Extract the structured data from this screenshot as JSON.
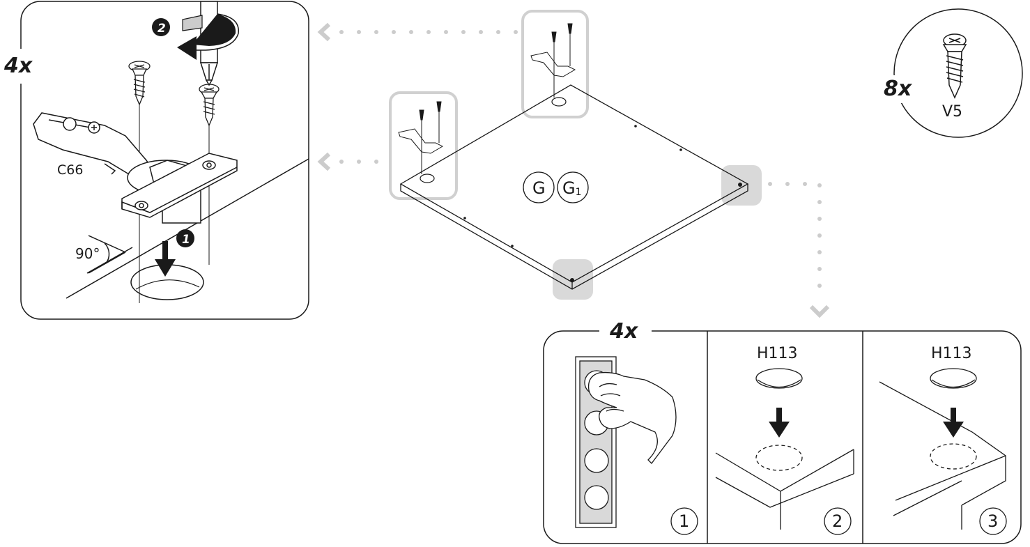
{
  "hinge_panel": {
    "quantity": "4x",
    "hinge_code": "C66",
    "angle": "90°",
    "step_drop": "1",
    "step_screw": "2"
  },
  "panel": {
    "label_g": "G",
    "label_g1": "G",
    "label_g1_sub": "1"
  },
  "screw_callout": {
    "quantity": "8x",
    "code": "V5"
  },
  "bumper_steps": {
    "quantity": "4x",
    "code_step2": "H113",
    "code_step3": "H113",
    "steps": [
      "1",
      "2",
      "3"
    ]
  },
  "colors": {
    "line": "#1a1a1a",
    "highlight": "#d9d9d9",
    "dotted_arrow": "#cccccc"
  },
  "icons": [
    "screwdriver-icon",
    "rotate-arrow-icon",
    "down-arrow-icon",
    "hand-icon",
    "screw-icon",
    "hinge-icon",
    "bumper-pad-icon"
  ]
}
